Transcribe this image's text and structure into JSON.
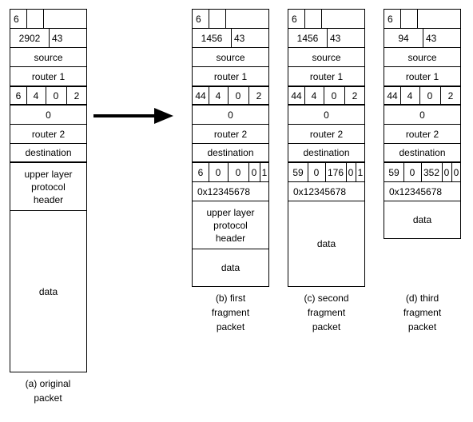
{
  "original": {
    "next_header": "6",
    "payload_length": "2902",
    "hop_limit": "43",
    "source": "source",
    "router1": "router 1",
    "routing": [
      "6",
      "4",
      "0",
      "2"
    ],
    "zero": "0",
    "router2": "router 2",
    "destination": "destination",
    "upper": [
      "upper layer",
      "protocol",
      "header"
    ],
    "data": "data",
    "caption": [
      "(a) original",
      "packet"
    ]
  },
  "first": {
    "next_header": "6",
    "payload_length": "1456",
    "hop_limit": "43",
    "source": "source",
    "router1": "router 1",
    "routing": [
      "44",
      "4",
      "0",
      "2"
    ],
    "zero": "0",
    "router2": "router 2",
    "destination": "destination",
    "fragment": [
      "6",
      "0",
      "0",
      "0",
      "1"
    ],
    "id": "0x12345678",
    "upper": [
      "upper layer",
      "protocol",
      "header"
    ],
    "data": "data",
    "caption": [
      "(b) first",
      "fragment",
      "packet"
    ]
  },
  "second": {
    "next_header": "6",
    "payload_length": "1456",
    "hop_limit": "43",
    "source": "source",
    "router1": "router 1",
    "routing": [
      "44",
      "4",
      "0",
      "2"
    ],
    "zero": "0",
    "router2": "router 2",
    "destination": "destination",
    "fragment": [
      "59",
      "0",
      "176",
      "0",
      "1"
    ],
    "id": "0x12345678",
    "data": "data",
    "caption": [
      "(c) second",
      "fragment",
      "packet"
    ]
  },
  "third": {
    "next_header": "6",
    "payload_length": "94",
    "hop_limit": "43",
    "source": "source",
    "router1": "router 1",
    "routing": [
      "44",
      "4",
      "0",
      "2"
    ],
    "zero": "0",
    "router2": "router 2",
    "destination": "destination",
    "fragment": [
      "59",
      "0",
      "352",
      "0",
      "0"
    ],
    "id": "0x12345678",
    "data": "data",
    "caption": [
      "(d) third",
      "fragment",
      "packet"
    ]
  }
}
